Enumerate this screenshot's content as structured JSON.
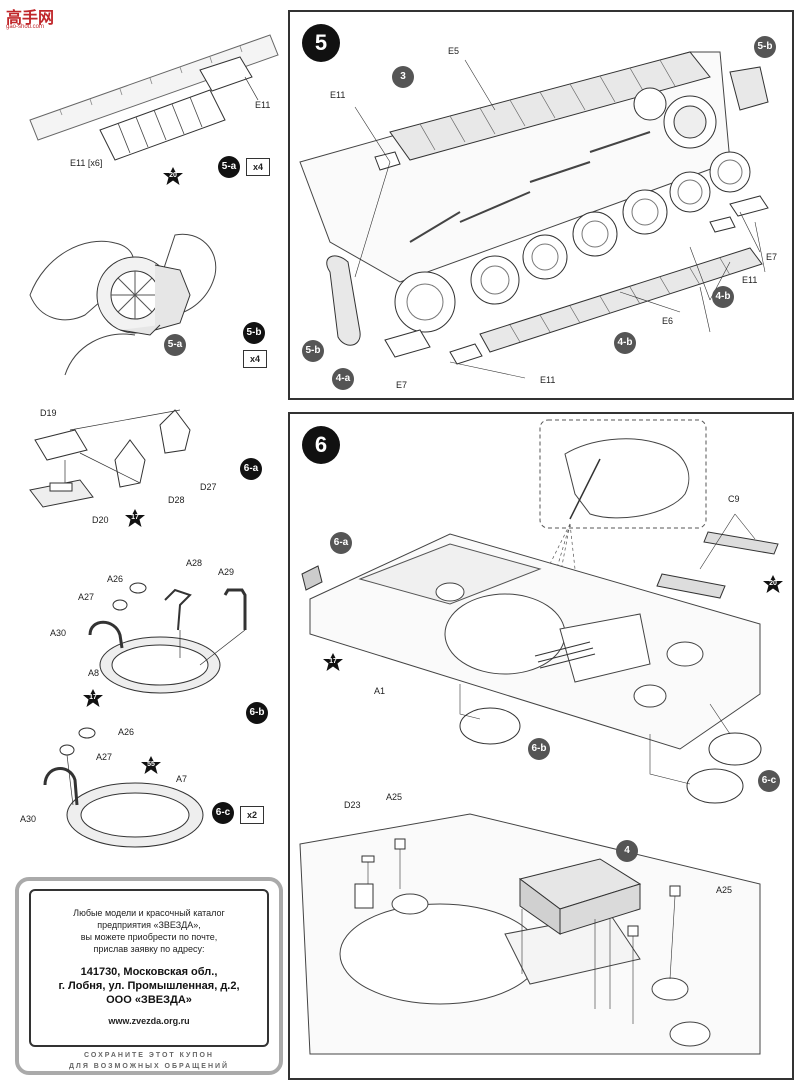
{
  "watermark": {
    "chars": "高手网",
    "url": "gao-shou.com"
  },
  "left_column": {
    "step_5a": {
      "tag": "5-a",
      "multiplier": "x4",
      "labels": {
        "e11": "E11",
        "e11_x6": "E11 [x6]"
      },
      "star": "20"
    },
    "step_5b": {
      "tag": "5-b",
      "multiplier": "x4",
      "ref": "5-a"
    },
    "step_6a": {
      "tag": "6-a",
      "labels": {
        "d19": "D19",
        "d20": "D20",
        "d27": "D27",
        "d28": "D28"
      },
      "star": "17"
    },
    "step_6b": {
      "tag": "6-b",
      "labels": {
        "a26": "A26",
        "a27": "A27",
        "a28": "A28",
        "a29": "A29",
        "a30": "A30",
        "a8": "A8"
      },
      "star": "17"
    },
    "step_6c": {
      "tag": "6-c",
      "multiplier": "x2",
      "labels": {
        "a26": "A26",
        "a27": "A27",
        "a30": "A30",
        "a7": "A7"
      },
      "star": "55"
    }
  },
  "step5": {
    "number": "5",
    "labels": {
      "e5": "E5",
      "e11_top": "E11",
      "e11_right": "E11",
      "e11_bottom": "E11",
      "e7_right": "E7",
      "e7_bottom": "E7",
      "e6": "E6"
    },
    "bubbles": {
      "b3": "3",
      "b5b_top": "5-b",
      "b5b_left": "5-b",
      "b4a": "4-a",
      "b4b_mid": "4-b",
      "b4b_right": "4-b"
    }
  },
  "step6": {
    "number": "6",
    "labels": {
      "c9": "C9",
      "a1": "A1",
      "d23": "D23",
      "a25_top": "A25",
      "a25_right": "A25"
    },
    "bubbles": {
      "b6a": "6-a",
      "b6b": "6-b",
      "b6c": "6-c",
      "b4": "4"
    },
    "stars": {
      "s20": "20",
      "s17": "17"
    }
  },
  "coupon": {
    "lines": [
      "Любые модели и красочный каталог",
      "предприятия «ЗВЕЗДА»,",
      "вы можете приобрести по почте,",
      "прислав заявку по адресу:"
    ],
    "address": [
      "141730, Московская обл.,",
      "г. Лобня, ул. Промышленная, д.2,",
      "ООО «ЗВЕЗДА»"
    ],
    "website": "www.zvezda.org.ru",
    "footer": [
      "СОХРАНИТЕ ЭТОТ КУПОН",
      "ДЛЯ ВОЗМОЖНЫХ ОБРАЩЕНИЙ"
    ]
  }
}
